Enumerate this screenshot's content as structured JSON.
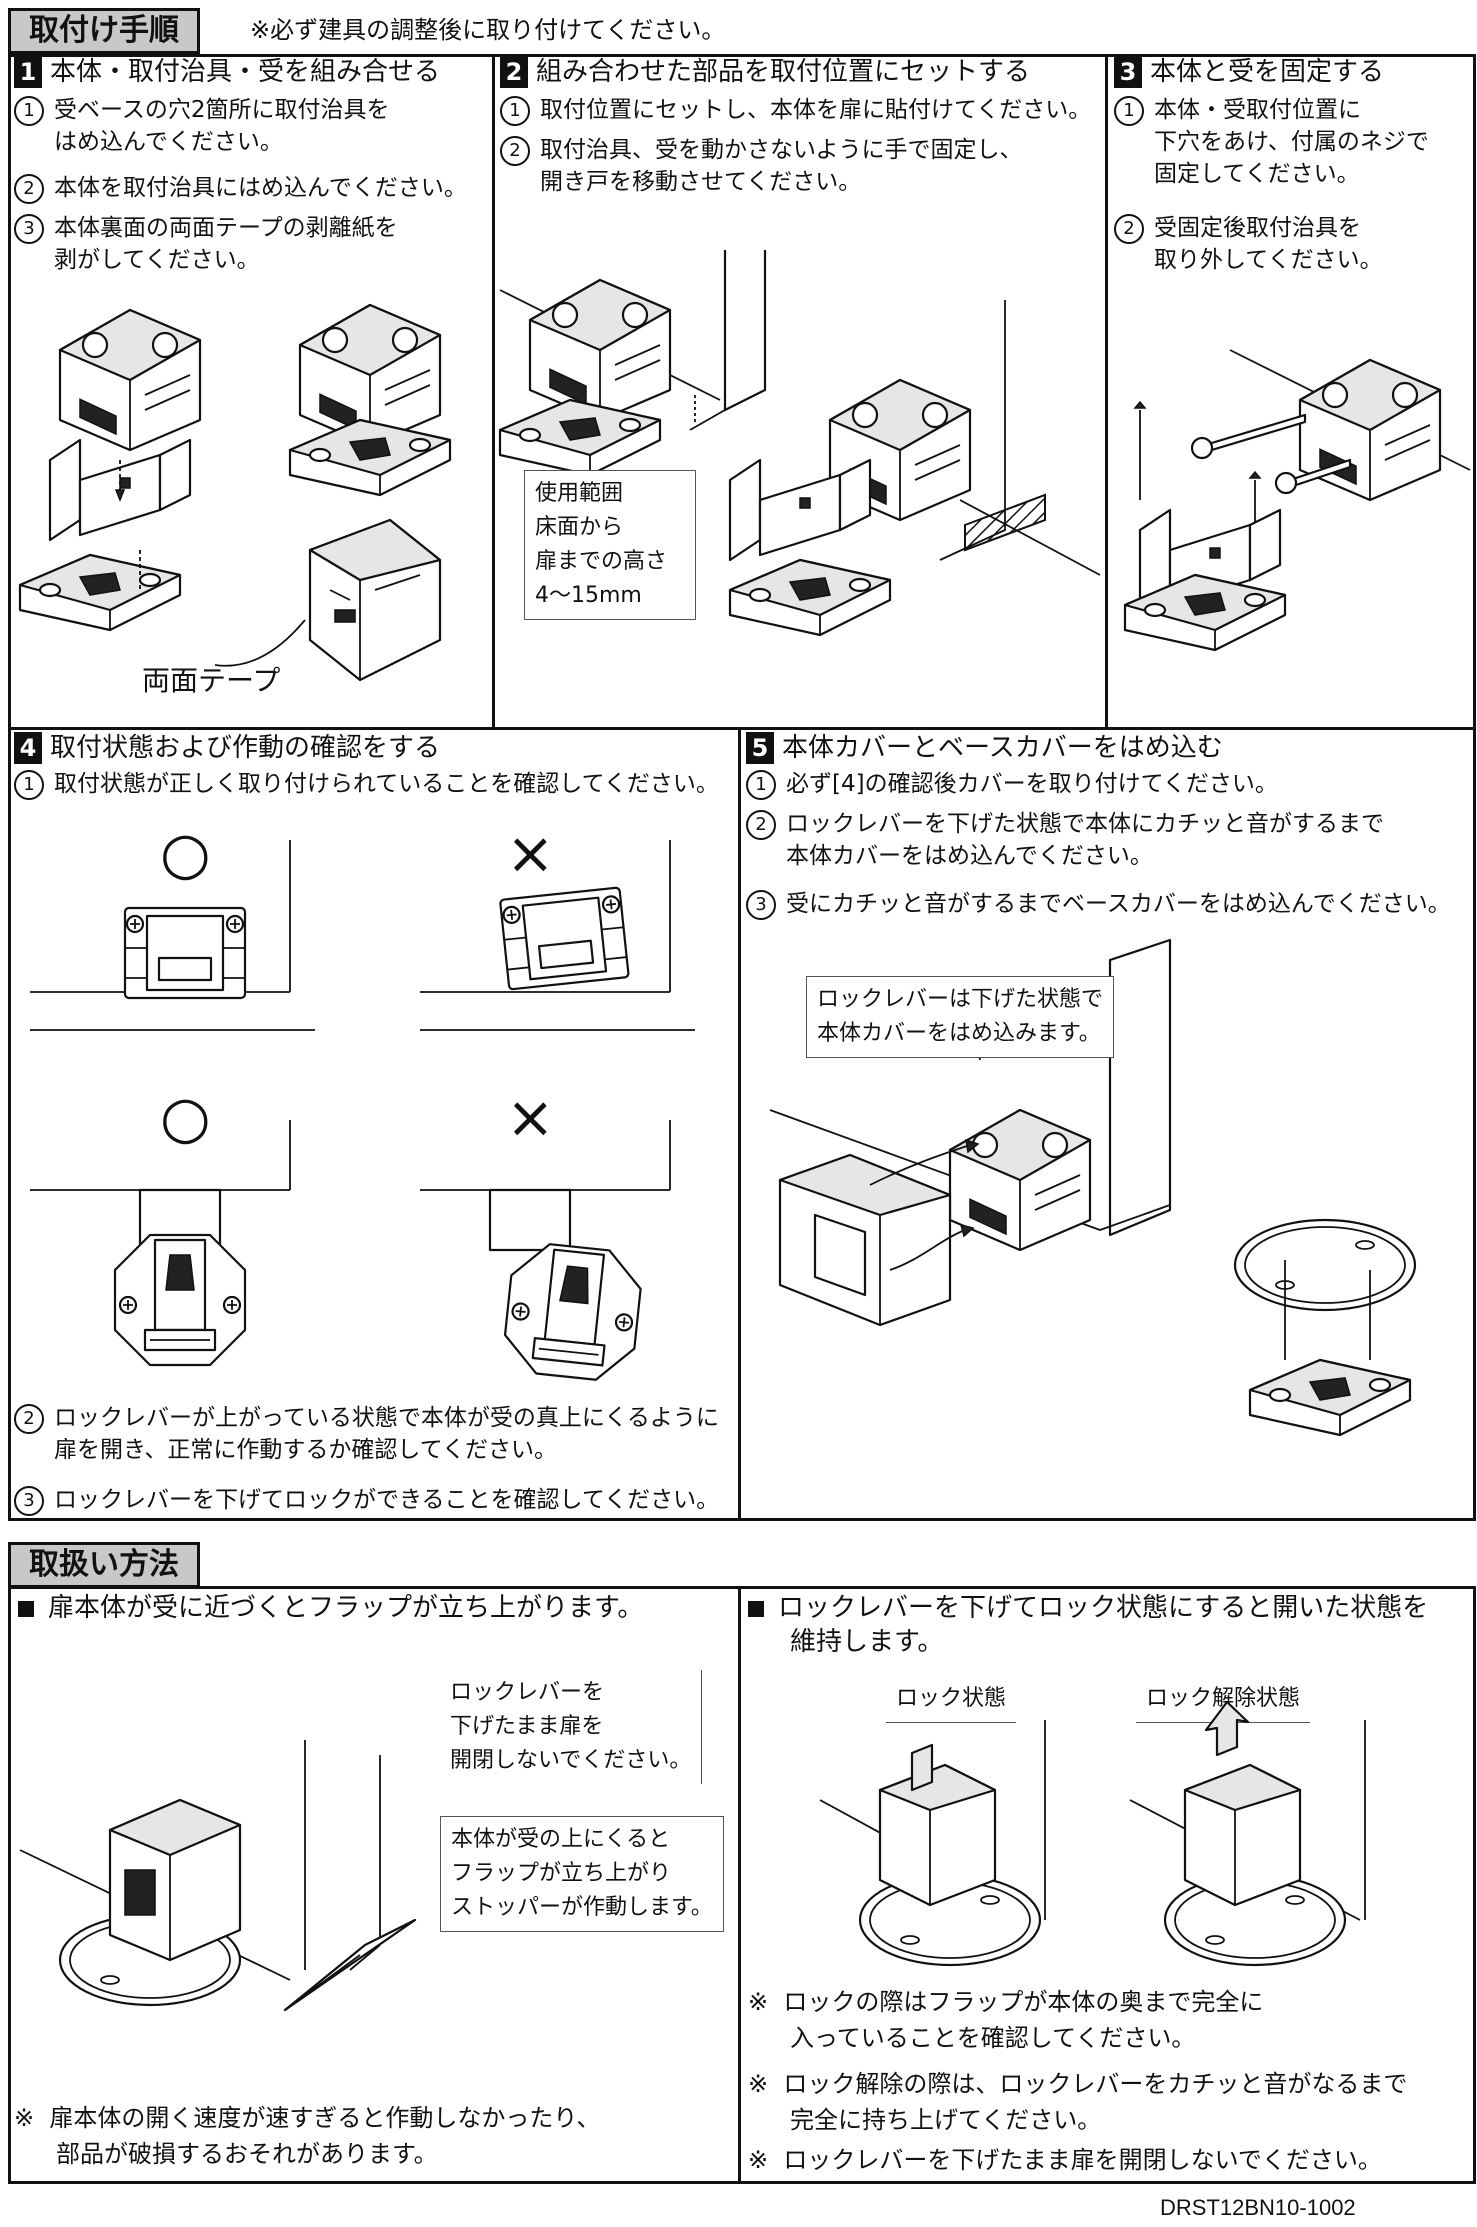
{
  "install": {
    "heading": "取付け手順",
    "heading_note": "※必ず建具の調整後に取り付けてください。",
    "panel1": {
      "num": "1",
      "title": "本体・取付治具・受を組み合せる",
      "s1a": "受ベースの穴2箇所に取付治具を",
      "s1b": "はめ込んでください。",
      "s2": "本体を取付治具にはめ込んでください。",
      "s3a": "本体裏面の両面テープの剥離紙を",
      "s3b": "剥がしてください。",
      "tape_label": "両面テープ"
    },
    "panel2": {
      "num": "2",
      "title": "組み合わせた部品を取付位置にセットする",
      "s1": "取付位置にセットし、本体を扉に貼付けてください。",
      "s2a": "取付治具、受を動かさないように手で固定し、",
      "s2b": "開き戸を移動させてください。",
      "range_1": "使用範囲",
      "range_2": "床面から",
      "range_3": "扉までの高さ",
      "range_4": "4～15mm"
    },
    "panel3": {
      "num": "3",
      "title": "本体と受を固定する",
      "s1a": "本体・受取付位置に",
      "s1b": "下穴をあけ、付属のネジで",
      "s1c": "固定してください。",
      "s2a": "受固定後取付治具を",
      "s2b": "取り外してください。"
    },
    "panel4": {
      "num": "4",
      "title": "取付状態および作動の確認をする",
      "s1": "取付状態が正しく取り付けられていることを確認してください。",
      "s2a": "ロックレバーが上がっている状態で本体が受の真上にくるように",
      "s2b": "扉を開き、正常に作動するか確認してください。",
      "s3": "ロックレバーを下げてロックができることを確認してください。"
    },
    "panel5": {
      "num": "5",
      "title": "本体カバーとベースカバーをはめ込む",
      "s1": "必ず[4]の確認後カバーを取り付けてください。",
      "s2a": "ロックレバーを下げた状態で本体にカチッと音がするまで",
      "s2b": "本体カバーをはめ込んでください。",
      "s3": "受にカチッと音がするまでベースカバーをはめ込んでください。",
      "callout_1": "ロックレバーは下げた状態で",
      "callout_2": "本体カバーをはめ込みます。"
    }
  },
  "usage": {
    "heading": "取扱い方法",
    "left": {
      "bullet": "扉本体が受に近づくとフラップが立ち上がります。",
      "note1_1": "ロックレバーを",
      "note1_2": "下げたまま扉を",
      "note1_3": "開閉しないでください。",
      "note2_1": "本体が受の上にくると",
      "note2_2": "フラップが立ち上がり",
      "note2_3": "ストッパーが作動します。",
      "warn_1": "扉本体の開く速度が速すぎると作動しなかったり、",
      "warn_2": "部品が破損するおそれがあります。"
    },
    "right": {
      "bullet_1": "ロックレバーを下げてロック状態にすると開いた状態を",
      "bullet_2": "維持します。",
      "locked": "ロック状態",
      "unlocked": "ロック解除状態",
      "n1_1": "ロックの際はフラップが本体の奥まで完全に",
      "n1_2": "入っていることを確認してください。",
      "n2_1": "ロック解除の際は、ロックレバーをカチッと音がなるまで",
      "n2_2": "完全に持ち上げてください。",
      "n3": "ロックレバーを下げたまま扉を開閉しないでください。"
    }
  },
  "symbols": {
    "ok": "○",
    "ng": "×",
    "ref_mark": "※"
  },
  "doc_code": "DRST12BN10-1002"
}
